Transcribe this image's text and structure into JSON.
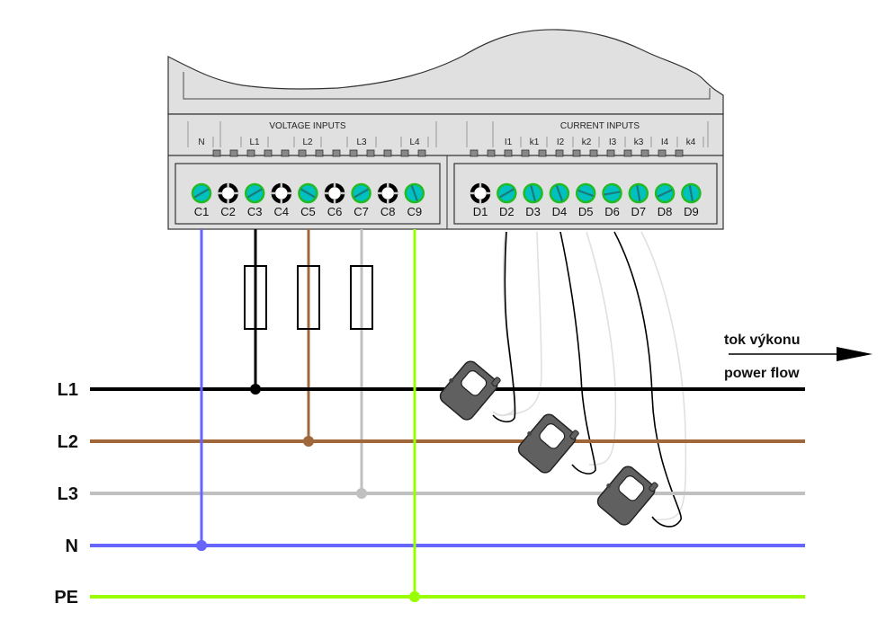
{
  "device": {
    "voltage_header": "VOLTAGE INPUTS",
    "current_header": "CURRENT INPUTS",
    "voltage_channel_labels": [
      "N",
      "L1",
      "L2",
      "L3",
      "L4"
    ],
    "current_channel_labels": [
      "I1",
      "k1",
      "I2",
      "k2",
      "I3",
      "k3",
      "I4",
      "k4"
    ],
    "voltage_terminals": [
      {
        "label": "C1",
        "type": "screw"
      },
      {
        "label": "C2",
        "type": "empty"
      },
      {
        "label": "C3",
        "type": "screw"
      },
      {
        "label": "C4",
        "type": "empty"
      },
      {
        "label": "C5",
        "type": "screw"
      },
      {
        "label": "C6",
        "type": "empty"
      },
      {
        "label": "C7",
        "type": "screw"
      },
      {
        "label": "C8",
        "type": "empty"
      },
      {
        "label": "C9",
        "type": "screw"
      }
    ],
    "current_terminals": [
      {
        "label": "D1",
        "type": "empty"
      },
      {
        "label": "D2",
        "type": "screw"
      },
      {
        "label": "D3",
        "type": "screw"
      },
      {
        "label": "D4",
        "type": "screw"
      },
      {
        "label": "D5",
        "type": "screw"
      },
      {
        "label": "D6",
        "type": "screw"
      },
      {
        "label": "D7",
        "type": "screw"
      },
      {
        "label": "D8",
        "type": "screw"
      },
      {
        "label": "D9",
        "type": "screw"
      }
    ]
  },
  "lines": [
    {
      "label": "L1",
      "color": "#000000"
    },
    {
      "label": "L2",
      "color": "#a0683a"
    },
    {
      "label": "L3",
      "color": "#c0c0c0"
    },
    {
      "label": "N",
      "color": "#6666ff"
    },
    {
      "label": "PE",
      "color": "#99ff00"
    }
  ],
  "connections": [
    {
      "terminal": "C1",
      "line": "N",
      "fused": false
    },
    {
      "terminal": "C3",
      "line": "L1",
      "fused": true
    },
    {
      "terminal": "C5",
      "line": "L2",
      "fused": true
    },
    {
      "terminal": "C7",
      "line": "L3",
      "fused": true
    },
    {
      "terminal": "C9",
      "line": "PE",
      "fused": false
    }
  ],
  "clamps": [
    {
      "line": "L1",
      "terminals": [
        "D2",
        "D3"
      ]
    },
    {
      "line": "L2",
      "terminals": [
        "D4",
        "D5"
      ]
    },
    {
      "line": "L3",
      "terminals": [
        "D6",
        "D7"
      ]
    }
  ],
  "power_flow": {
    "label_cz": "tok výkonu",
    "label_en": "power flow"
  },
  "colors": {
    "housing": "#e0e0e0",
    "housing_stroke": "#333333",
    "screw_fill": "#00c0c0",
    "screw_ring": "#22bb22",
    "clamp_body": "#606060"
  }
}
